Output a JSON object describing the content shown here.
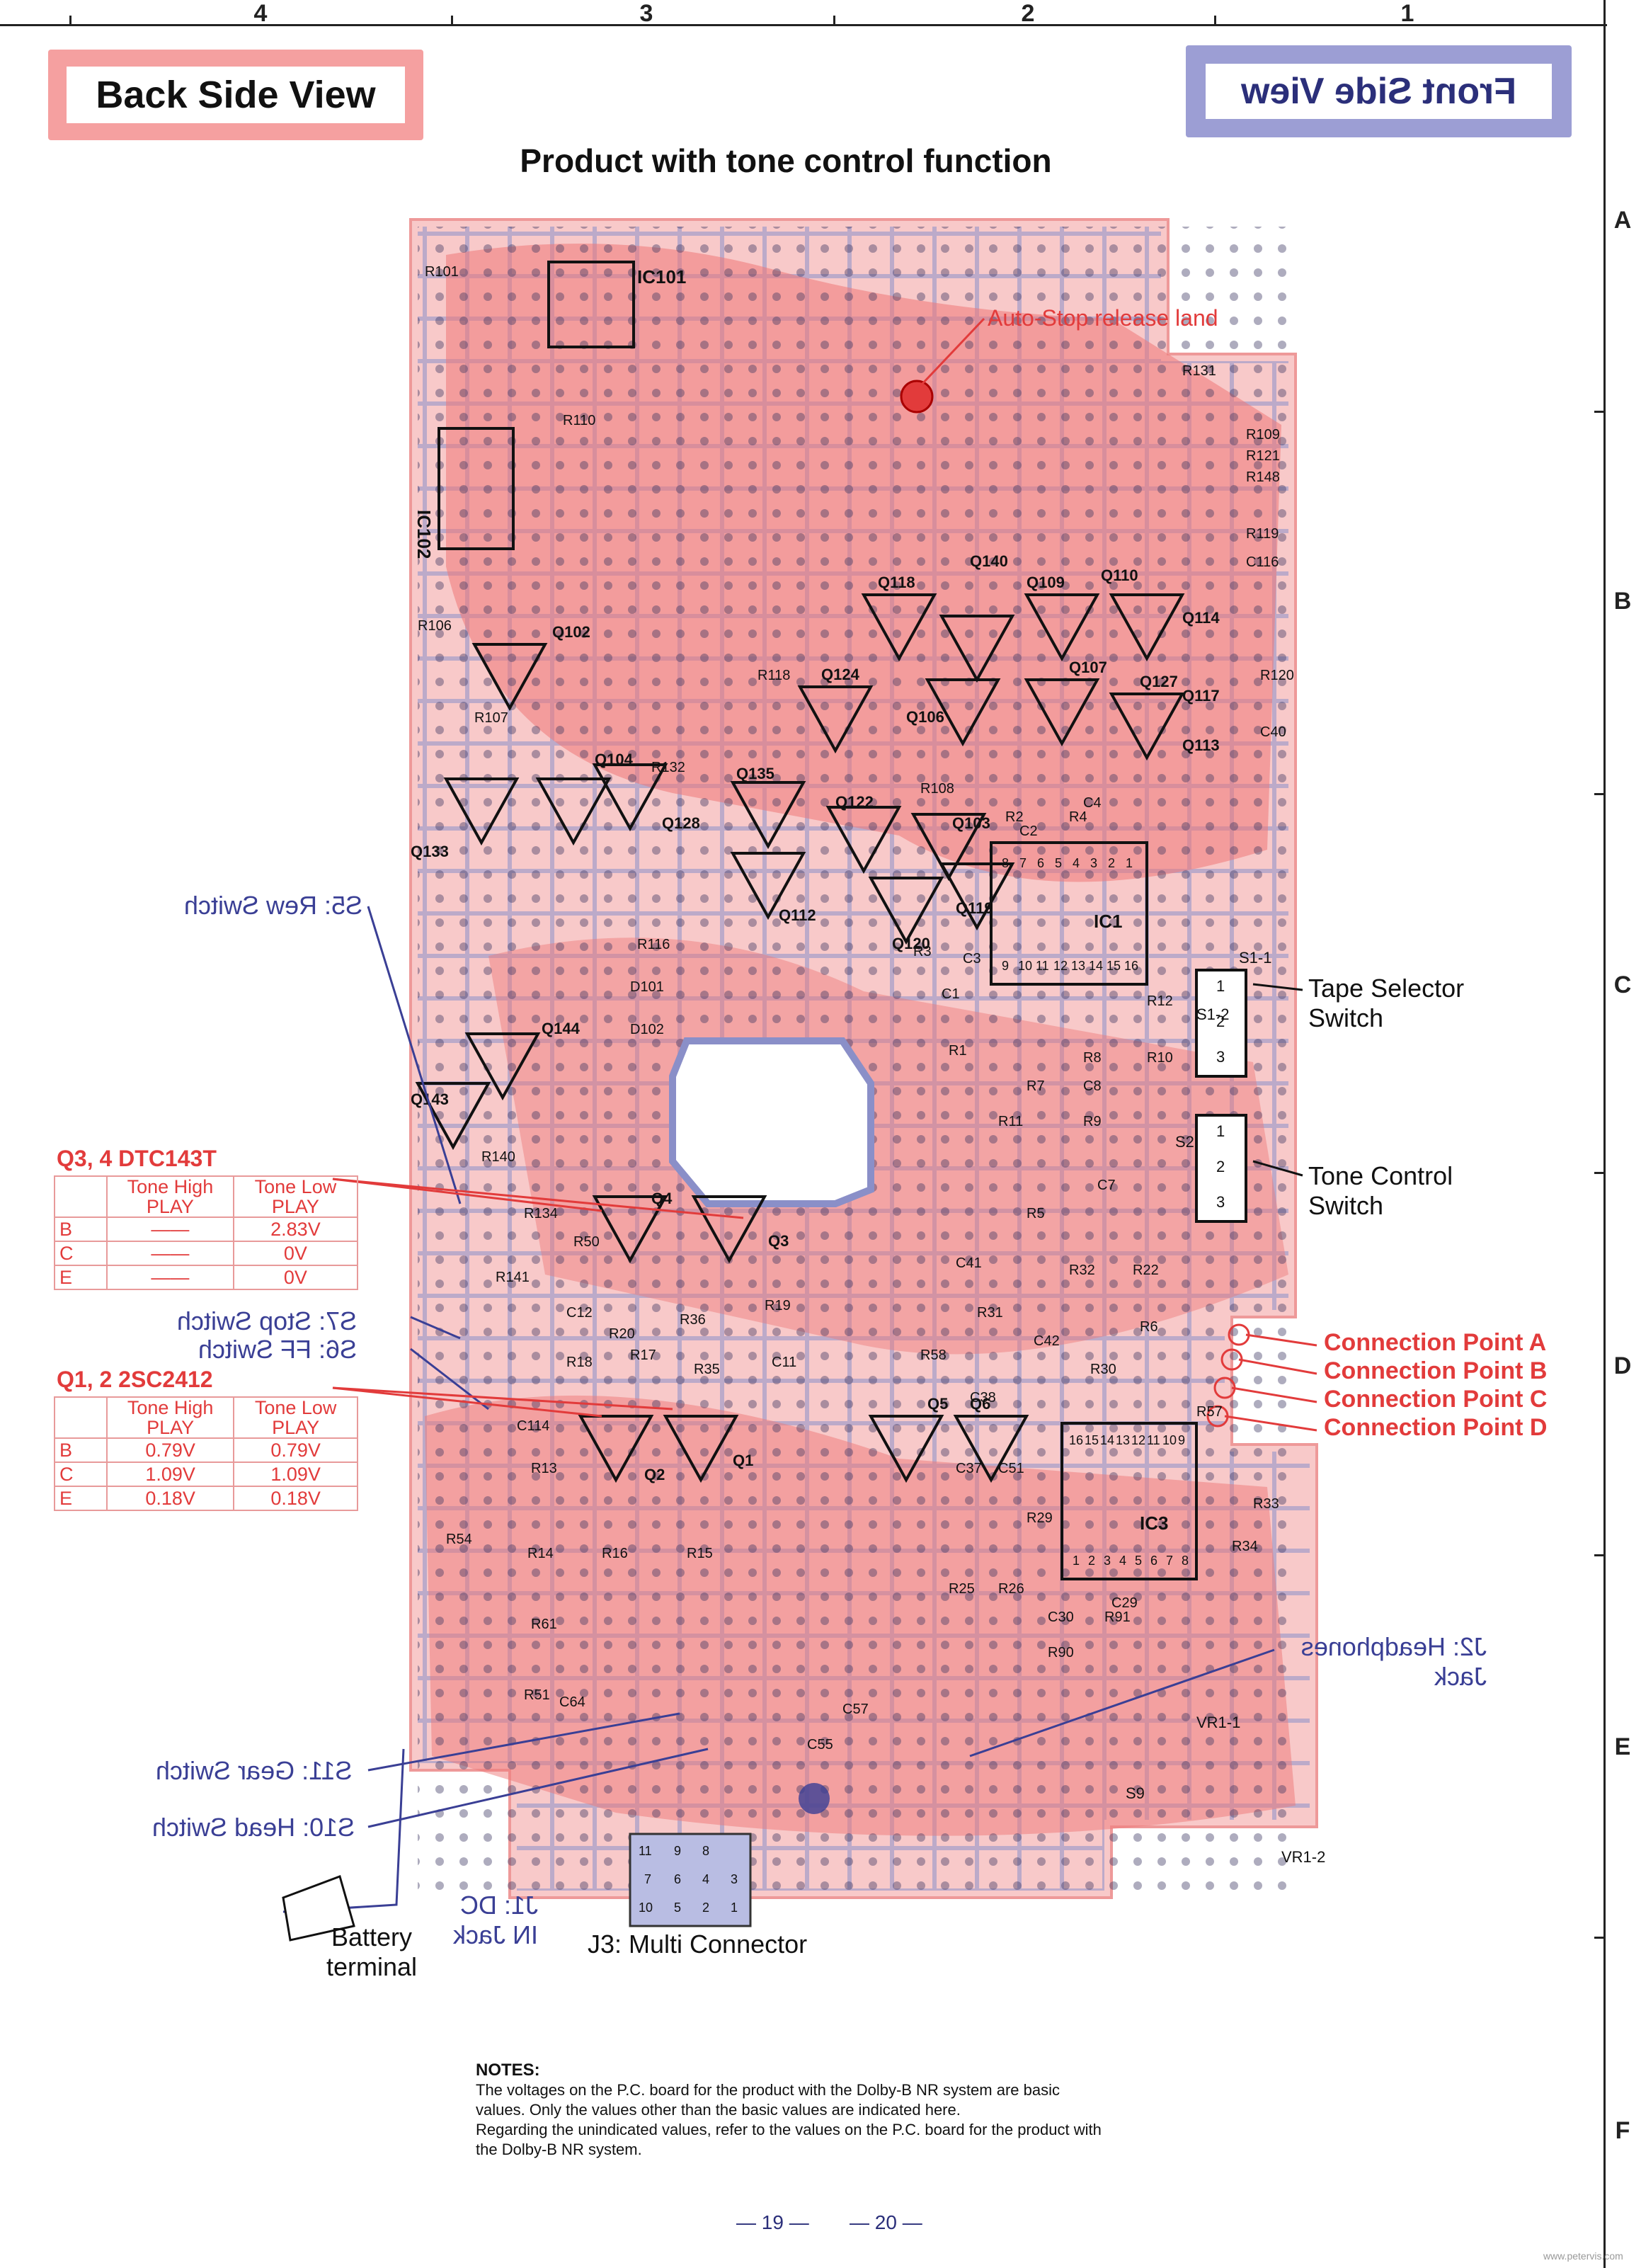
{
  "grid": {
    "columns": [
      "4",
      "3",
      "2",
      "1"
    ],
    "rows": [
      "A",
      "B",
      "C",
      "D",
      "E",
      "F"
    ]
  },
  "header": {
    "back_side_view": "Back Side View",
    "front_side_view": "Front Side View",
    "title": "Product with tone control function"
  },
  "board": {
    "ic_labels": [
      "IC101",
      "IC102",
      "IC1",
      "IC3"
    ],
    "transistor_labels": [
      "Q102",
      "Q104",
      "Q128",
      "Q133",
      "Q143",
      "Q144",
      "Q135",
      "Q124",
      "Q118",
      "Q140",
      "Q109",
      "Q110",
      "Q114",
      "Q107",
      "Q127",
      "Q117",
      "Q113",
      "Q106",
      "Q122",
      "Q120",
      "Q112",
      "Q103",
      "Q119",
      "Q4",
      "Q3",
      "Q2",
      "Q1",
      "Q5",
      "Q6"
    ],
    "resistor_labels": [
      "R101",
      "R110",
      "R109",
      "R121",
      "R148",
      "R119",
      "R120",
      "R131",
      "R106",
      "R107",
      "R132",
      "R118",
      "R108",
      "R2",
      "R4",
      "R12",
      "R10",
      "R8",
      "R7",
      "R9",
      "R11",
      "R22",
      "R5",
      "R32",
      "R6",
      "R31",
      "R30",
      "R19",
      "R20",
      "R17",
      "R18",
      "R35",
      "R36",
      "R50",
      "R134",
      "R141",
      "R140",
      "R116",
      "R3",
      "R1",
      "R58",
      "R29",
      "R25",
      "R26",
      "R90",
      "R91",
      "R13",
      "R14",
      "R16",
      "R15",
      "R54",
      "R61",
      "R51",
      "R33",
      "R34",
      "R57"
    ],
    "capacitor_labels": [
      "C116",
      "C40",
      "C2",
      "C4",
      "C3",
      "C1",
      "C8",
      "C7",
      "C41",
      "C38",
      "C42",
      "C11",
      "C12",
      "C114",
      "C51",
      "C37",
      "C30",
      "C29",
      "C57",
      "C55",
      "C64"
    ],
    "diode_labels": [
      "D101",
      "D102"
    ],
    "auto_stop_label": "Auto-Stop release land",
    "s1_labels": [
      "S1-1",
      "S1-2"
    ],
    "s2_label": "S2",
    "s1_pins": [
      "1",
      "2",
      "3"
    ],
    "s2_pins": [
      "1",
      "2",
      "3"
    ],
    "ic1_pins_top": [
      "8",
      "7",
      "6",
      "5",
      "4",
      "3",
      "2",
      "1"
    ],
    "ic1_pins_bottom": [
      "9",
      "10",
      "11",
      "12",
      "13",
      "14",
      "15",
      "16"
    ],
    "ic3_pins_top": [
      "16",
      "15",
      "14",
      "13",
      "12",
      "11",
      "10",
      "9"
    ],
    "ic3_pins_bottom": [
      "1",
      "2",
      "3",
      "4",
      "5",
      "6",
      "7",
      "8"
    ],
    "j3_pins": [
      "11",
      "9",
      "8",
      "7",
      "6",
      "4",
      "3",
      "10",
      "5",
      "2",
      "1"
    ],
    "vr_labels": [
      "VR1-1",
      "VR1-2"
    ],
    "s9_label": "S9"
  },
  "callouts": {
    "s5": "S5: Rew Switch",
    "s7": "S7: Stop Switch",
    "s6": "S6: FF Switch",
    "s11": "S11: Gear Switch",
    "s10": "S10: Head Switch",
    "j1": "J1: DC IN Jack",
    "j2": "J2: Headphones Jack",
    "j3": "J3: Multi Connector",
    "battery": "Battery terminal",
    "tape_selector": "Tape Selector Switch",
    "tone_control": "Tone Control Switch",
    "connection_points": [
      "Connection Point A",
      "Connection Point B",
      "Connection Point C",
      "Connection Point D"
    ]
  },
  "table_q34": {
    "title": "Q3, 4  DTC143T",
    "headers": [
      "",
      "Tone High PLAY",
      "Tone Low PLAY"
    ],
    "rows": [
      [
        "B",
        "——",
        "2.83V"
      ],
      [
        "C",
        "——",
        "0V"
      ],
      [
        "E",
        "——",
        "0V"
      ]
    ]
  },
  "table_q12": {
    "title": "Q1, 2  2SC2412",
    "headers": [
      "",
      "Tone High PLAY",
      "Tone Low PLAY"
    ],
    "rows": [
      [
        "B",
        "0.79V",
        "0.79V"
      ],
      [
        "C",
        "1.09V",
        "1.09V"
      ],
      [
        "E",
        "0.18V",
        "0.18V"
      ]
    ]
  },
  "notes": {
    "heading": "NOTES:",
    "line1": "The voltages on the P.C. board for the product with the Dolby-B NR system are basic values.   Only the values other than the basic values are indicated here.",
    "line2": "Regarding the unindicated values, refer to the values on the P.C. board for the product with the Dolby-B NR system."
  },
  "page_numbers": {
    "left": "— 19 —",
    "right": "— 20 —"
  },
  "watermark": "www.petervis.com",
  "colors": {
    "red_annotation": "#e23b3b",
    "blue_annotation": "#3a3f95",
    "board_red": "#f08080",
    "board_blue": "#8a8fc8"
  }
}
